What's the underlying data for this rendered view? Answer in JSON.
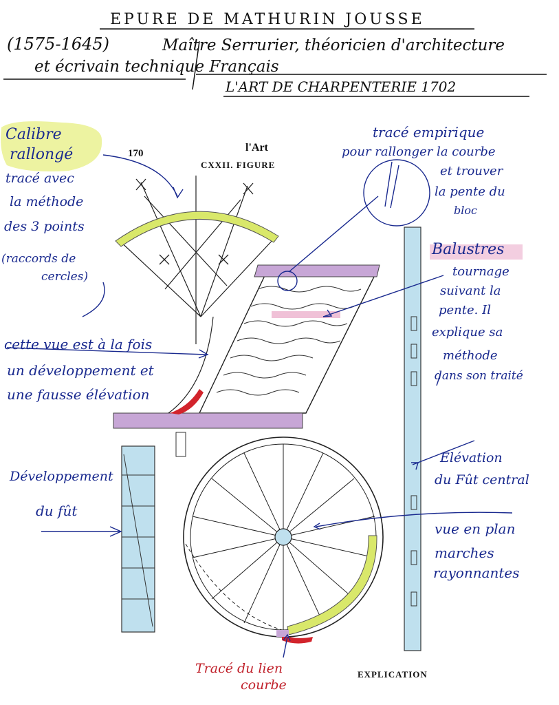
{
  "header": {
    "title": "EPURE DE MATHURIN JOUSSE",
    "dates": "(1575-1645)",
    "description_line1": "Maître Serrurier, théoricien d'architecture",
    "description_line2": "et écrivain technique Français",
    "book": "L'ART DE CHARPENTERIE 1702"
  },
  "plate": {
    "page_number": "170",
    "running_head": "l'Art",
    "figure_label": "CXXII. FIGURE",
    "footer": "EXPLICATION"
  },
  "annotations": {
    "calibre_line1": "Calibre",
    "calibre_line2": "rallongé",
    "calibre_line3": "tracé avec",
    "calibre_line4": "la méthode",
    "calibre_line5": "des 3 points",
    "calibre_line6": "(raccords de",
    "calibre_line7": "cercles)",
    "trace_line1": "tracé empirique",
    "trace_line2": "pour rallonger la courbe",
    "trace_line3": "et trouver",
    "trace_line4": "la pente du",
    "trace_line5": "bloc",
    "balustres_line1": "Balustres",
    "balustres_line2": "tournage",
    "balustres_line3": "suivant la",
    "balustres_line4": "pente. Il",
    "balustres_line5": "explique sa",
    "balustres_line6": "méthode",
    "balustres_line7": "dans son traité",
    "vue_line1": "cette vue est à la fois",
    "vue_line2": "un développement et",
    "vue_line3": "une fausse élévation",
    "dev_line1": "Développement",
    "dev_line2": "du fût",
    "elev_line1": "Elévation",
    "elev_line2": "du Fût central",
    "plan_line1": "vue en plan",
    "plan_line2": "marches",
    "plan_line3": "rayonnantes",
    "lien_line1": "Tracé du lien",
    "lien_line2": "courbe"
  },
  "colors": {
    "ink": "#1a2a8f",
    "yellow": "#d9e86a",
    "purple": "#c7a6d6",
    "blue": "#bfe0ee",
    "pink": "#e9a6c6",
    "red": "#d2242c"
  }
}
